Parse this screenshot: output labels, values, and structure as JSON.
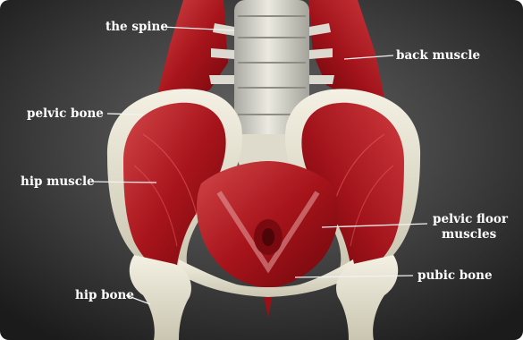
{
  "labels": {
    "spine": "the spine",
    "back_muscle": "back muscle",
    "pelvic_bone": "pelvic bone",
    "hip_muscle": "hip muscle",
    "pelvic_floor_line1": "pelvic floor",
    "pelvic_floor_line2": "muscles",
    "pubic_bone": "pubic bone",
    "hip_bone": "hip bone"
  }
}
